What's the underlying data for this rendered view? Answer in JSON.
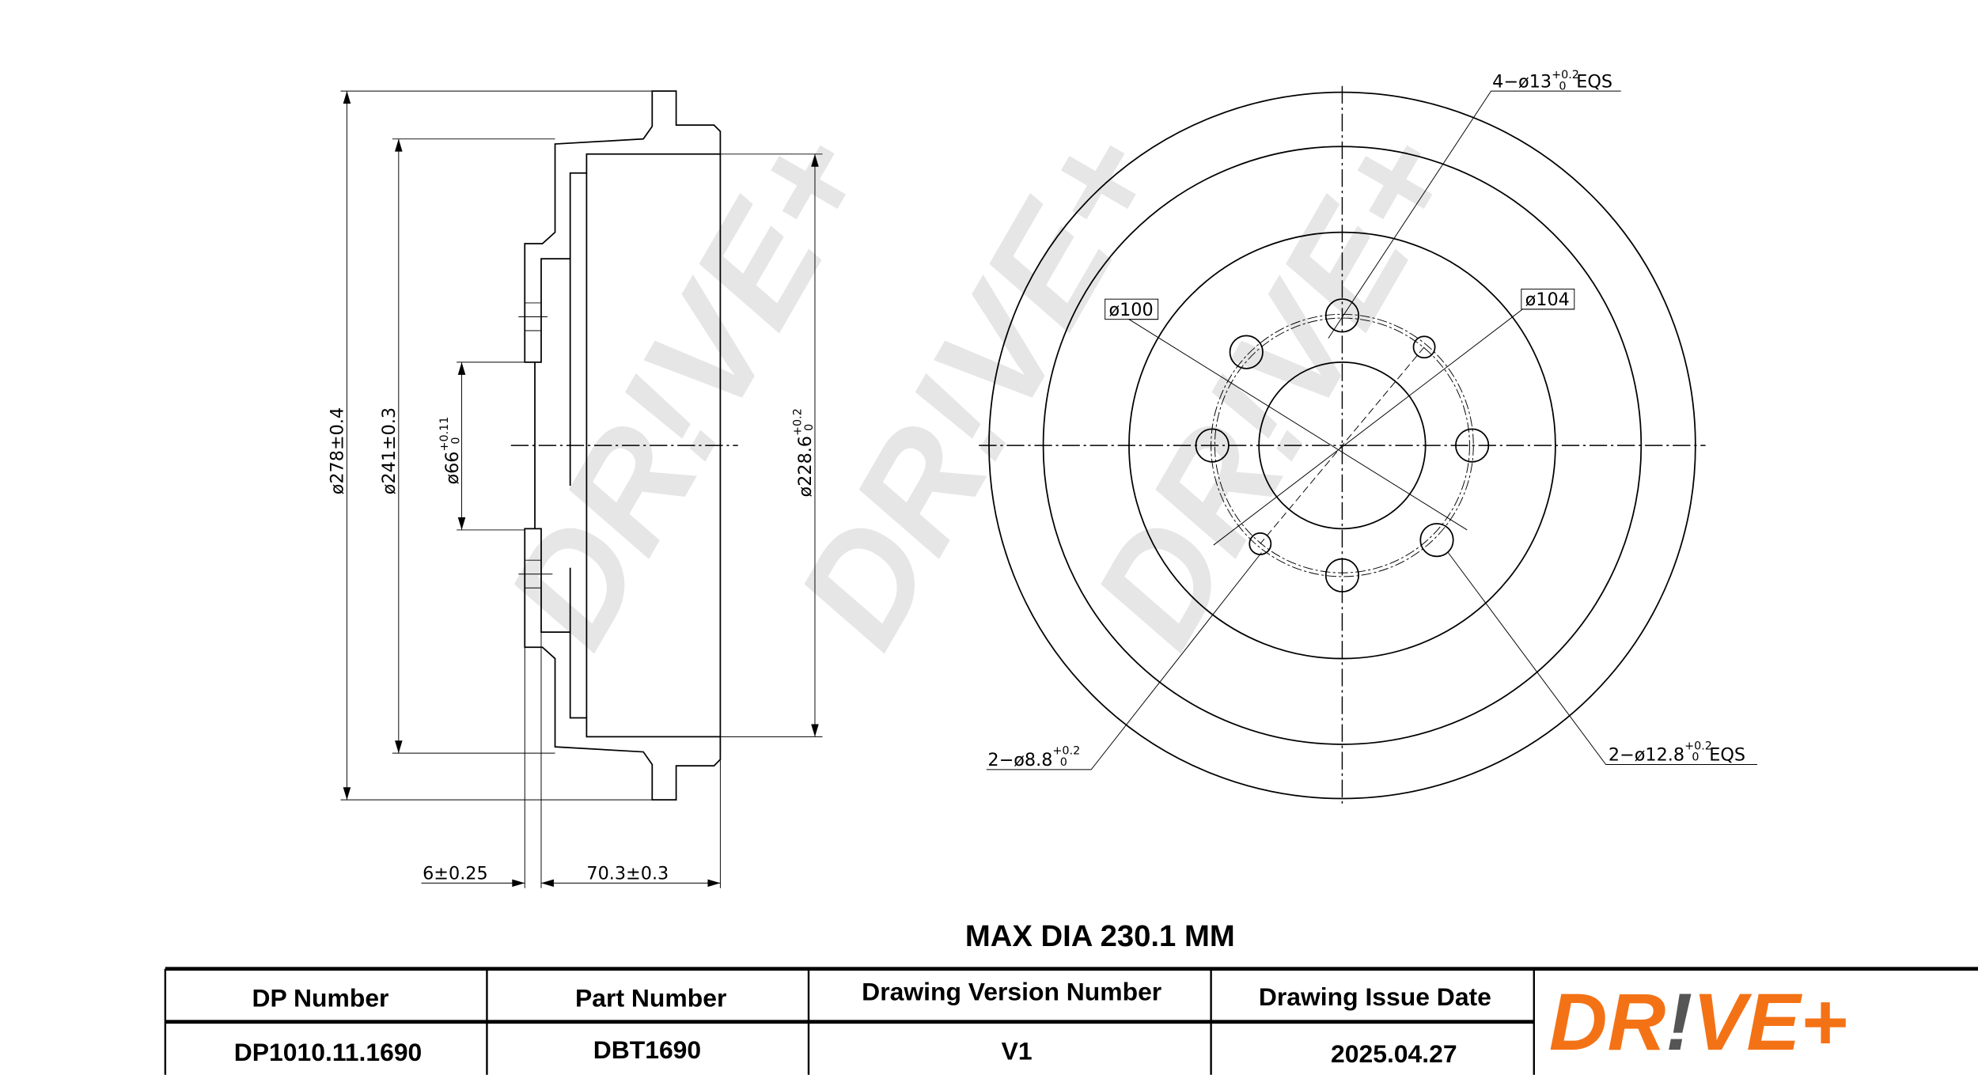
{
  "watermark": "DR!VE+",
  "left_view": {
    "dims": {
      "d278": {
        "main": "ø278±0.4"
      },
      "d241": {
        "main": "ø241±0.3"
      },
      "d66": {
        "main": "ø66",
        "tol_upper": "+0.11",
        "tol_lower": "0"
      },
      "d228": {
        "main": "ø228.6",
        "tol_upper": "+0.2",
        "tol_lower": "0"
      },
      "w6": {
        "main": "6±0.25"
      },
      "w70": {
        "main": "70.3±0.3"
      }
    }
  },
  "right_view": {
    "labels": {
      "holes13": {
        "prefix": "4−ø13",
        "tol_upper": "+0.2",
        "tol_lower": "0",
        "suffix": "EQS"
      },
      "pcd100": {
        "main": "ø100"
      },
      "pcd104": {
        "main": "ø104"
      },
      "holes88": {
        "prefix": "2−ø8.8",
        "tol_upper": "+0.2",
        "tol_lower": "0"
      },
      "holes128": {
        "prefix": "2−ø12.8",
        "tol_upper": "+0.2",
        "tol_lower": "0",
        "suffix": "EQS"
      }
    }
  },
  "max_dia": "MAX DIA 230.1 MM",
  "table": {
    "headers": [
      "DP Number",
      "Part Number",
      "Drawing Version Number",
      "Drawing Issue Date"
    ],
    "values": [
      "DP1010.11.1690",
      "DBT1690",
      "V1",
      "2025.04.27"
    ]
  },
  "logo": {
    "text_a": "DR",
    "text_b": "!",
    "text_c": "VE+",
    "brand_color": "#F47216",
    "accent_color": "#555555"
  }
}
